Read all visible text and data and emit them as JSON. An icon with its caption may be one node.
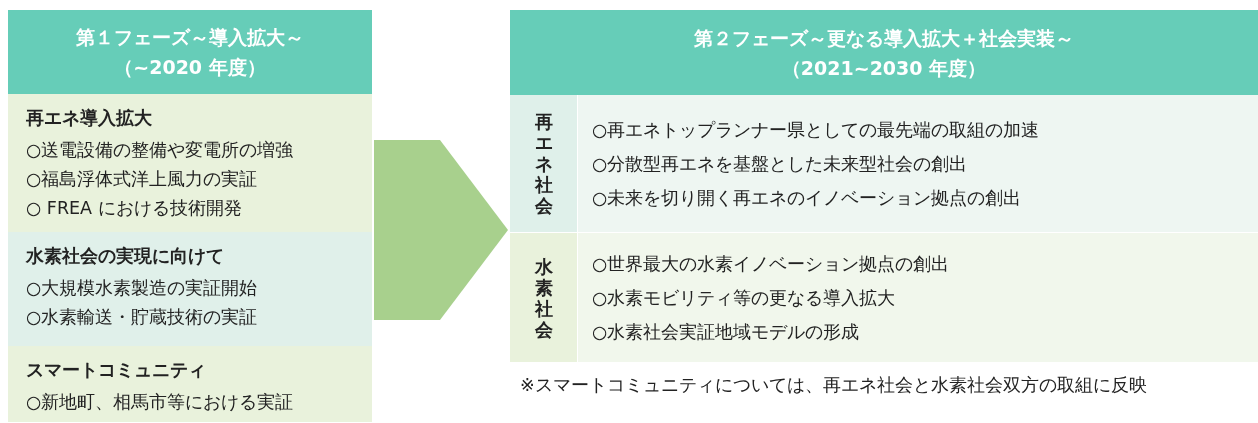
{
  "diagram": {
    "nodes": [
      {
        "text": [],
        "shape": "box"
      },
      {
        "text": [
          "第１フェーズ～導入拡大～",
          "（~2020 年度）"
        ],
        "in": 0
      },
      {
        "text": [
          "再エネ導入拡大",
          "○送電設備の整備や変電所の増強",
          "○福島浮体式洋上風力の実証",
          "○ FREA における技術開発"
        ],
        "in": 0
      },
      {
        "text": [
          "水素社会の実現に向けて",
          "○大規模水素製造の実証開始",
          "○水素輸送・貯蔵技術の実証"
        ],
        "in": 0
      },
      {
        "text": [
          "スマートコミュニティ",
          "○新地町、相馬市等における実証"
        ],
        "in": 0
      },
      {
        "text": [],
        "shape": "box"
      },
      {
        "text": [
          "第２フェーズ～更なる導入拡大＋社会実装～",
          "（2021~2030 年度）"
        ],
        "in": 5
      },
      {
        "text": [
          "再エネ社会"
        ],
        "in": 5
      },
      {
        "text": [
          "○再エネトップランナー県としての最先端の取組の加速",
          "○分散型再エネを基盤とした未来型社会の創出",
          "○未来を切り開く再エネのイノベーション拠点の創出"
        ],
        "in": 5
      },
      {
        "text": [
          "水素社会"
        ],
        "in": 5
      },
      {
        "text": [
          "○世界最大の水素イノベーション拠点の創出",
          "○水素モビリティ等の更なる導入拡大",
          "○水素社会実証地域モデルの形成"
        ],
        "in": 5
      }
    ],
    "edges": [
      {
        "from": 0,
        "to": 5,
        "arrow": "to"
      }
    ],
    "labels": [
      "※スマートコミュニティについては、再エネ社会と水素社会双方の取組に反映"
    ]
  }
}
